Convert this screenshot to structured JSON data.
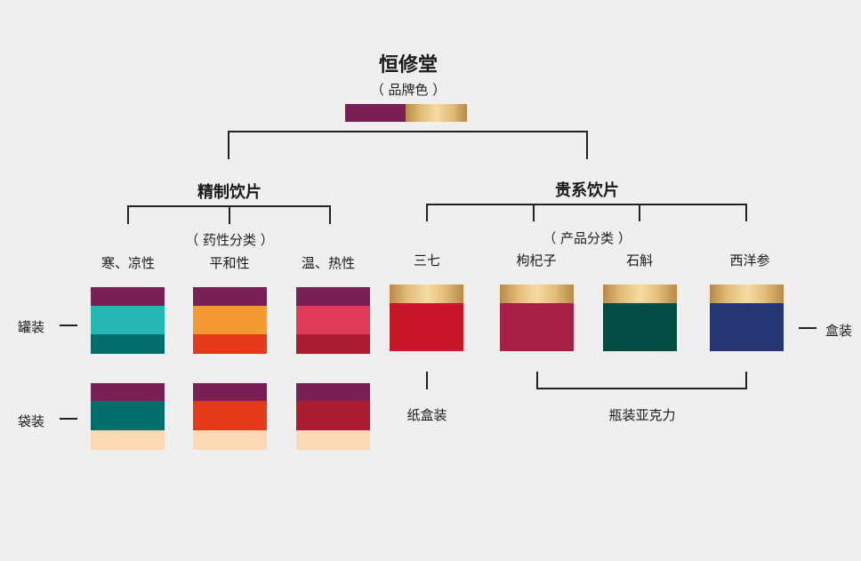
{
  "brand": {
    "name": "恒修堂",
    "subtitle": "（ 品牌色 ）",
    "colors": [
      "#7b1f57",
      "gold-gradient"
    ]
  },
  "categories": {
    "refined": {
      "title": "精制饮片",
      "classification": "（ 药性分类 ）",
      "items": [
        "寒、凉性",
        "平和性",
        "温、热性"
      ]
    },
    "premium": {
      "title": "贵系饮片",
      "classification": "（ 产品分类 ）",
      "items": [
        "三七",
        "枸杞子",
        "石斛",
        "西洋参"
      ]
    }
  },
  "packaging": {
    "jar": "罐装",
    "bag": "袋装",
    "box": "盒装",
    "paper_box": "纸盒装",
    "acrylic_bottle": "瓶装亚克力"
  },
  "palette": {
    "plum": "#7b1f57",
    "teal": "#26b7b2",
    "dark_teal": "#016d6b",
    "orange": "#f39b30",
    "red_orange": "#e23a1a",
    "pink_red": "#e03a59",
    "crimson": "#ab1c31",
    "peach": "#fcd9b5",
    "sanqi_red": "#c8162a",
    "goji_red": "#a81f45",
    "dendrobium_green": "#014d43",
    "ginseng_blue": "#263675"
  }
}
